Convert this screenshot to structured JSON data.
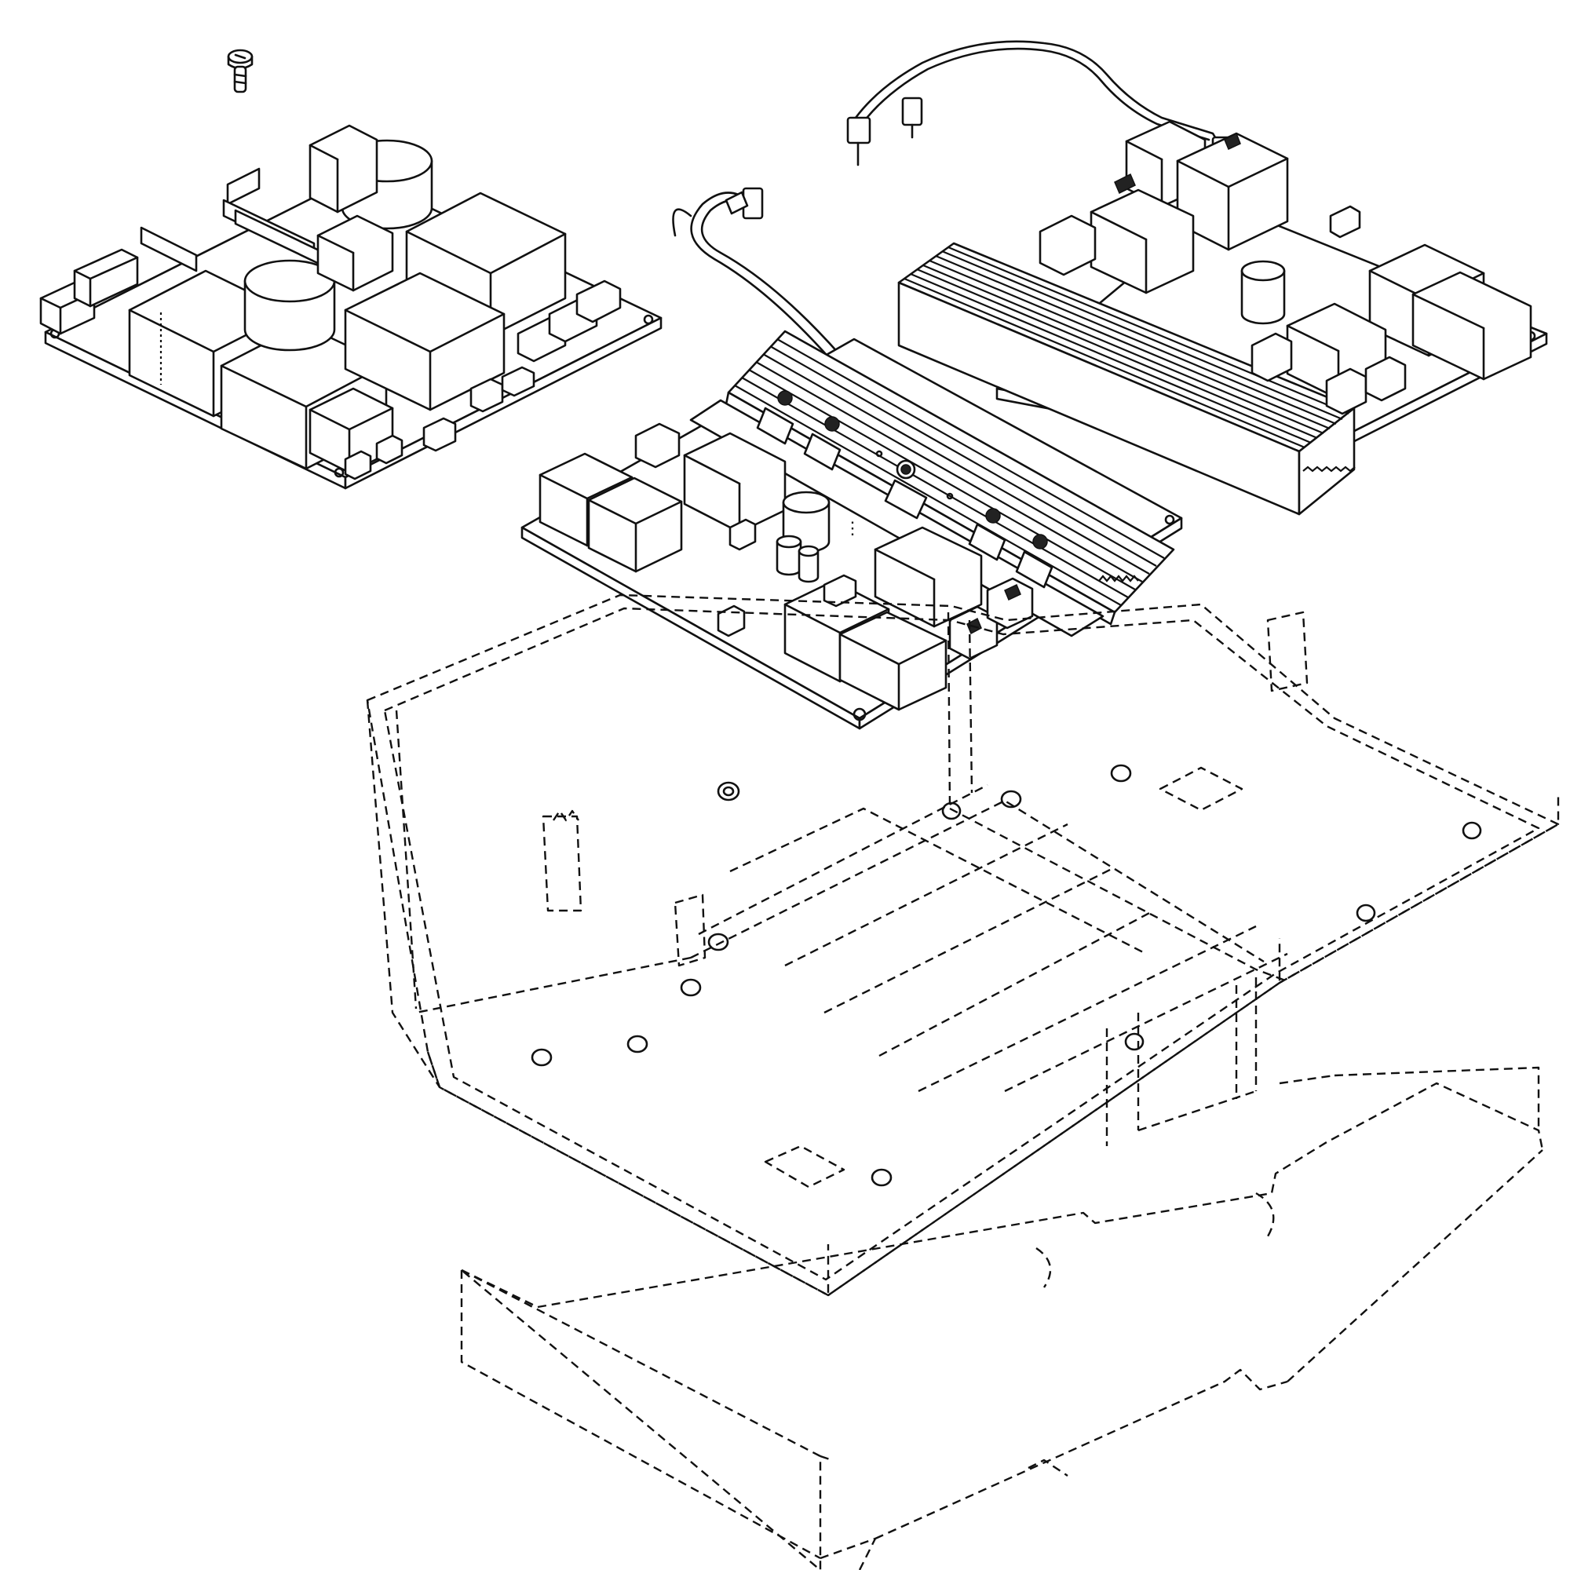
{
  "figure": {
    "type": "exploded-assembly-drawing",
    "style": "monochrome line art",
    "colors": {
      "ink": "#111111",
      "background": "#ffffff"
    },
    "text_labels": []
  },
  "components": [
    {
      "id": "mounting-screw",
      "icon": "screw-icon"
    },
    {
      "id": "power-supply-board",
      "icon": "circuit-board-icon"
    },
    {
      "id": "amplifier-board-center",
      "icon": "circuit-board-icon",
      "has_heatsink": true
    },
    {
      "id": "amplifier-board-right",
      "icon": "circuit-board-icon",
      "has_heatsink": true
    },
    {
      "id": "wiring-harness-center",
      "icon": "cable-icon"
    },
    {
      "id": "wiring-harness-right",
      "icon": "cable-icon"
    },
    {
      "id": "chassis-tray",
      "icon": "chassis-icon",
      "rendering": "hidden-line"
    },
    {
      "id": "bottom-cover-plate",
      "icon": "cover-plate-icon",
      "rendering": "hidden-line"
    }
  ]
}
